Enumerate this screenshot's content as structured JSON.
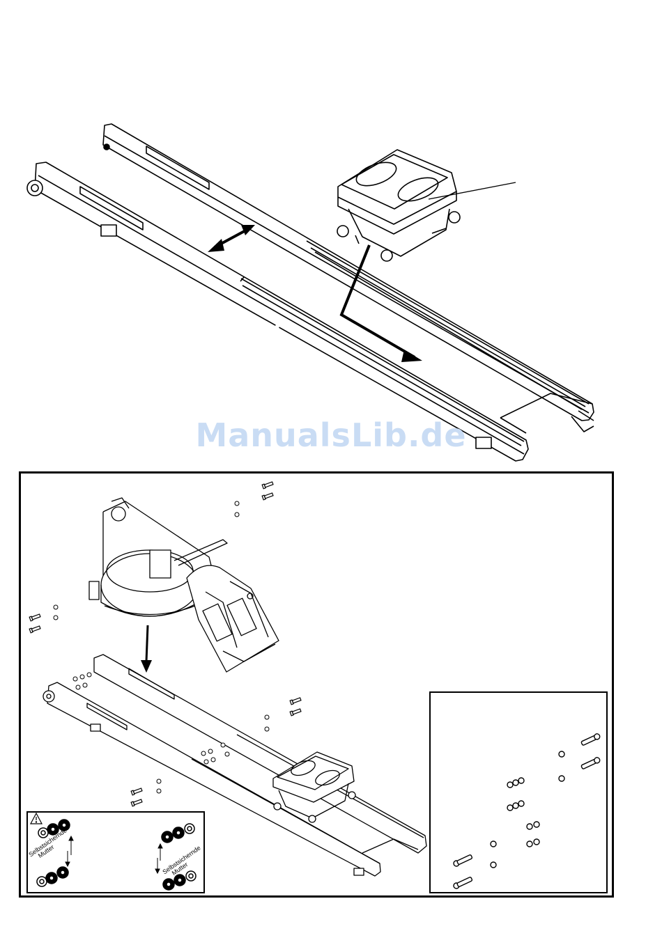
{
  "watermark": {
    "text": "ManualsLib.de",
    "color": "#c9dcf4"
  },
  "figure_top": {
    "parts": [
      "left-rail",
      "right-rail",
      "seat-carriage",
      "slide-track"
    ],
    "arrows": [
      "rails-spread-arrow",
      "seat-insert-arrow"
    ]
  },
  "figure_bottom": {
    "parts": [
      "water-tank-flywheel",
      "footboard",
      "rail-frame",
      "seat-carriage",
      "bolts",
      "washers",
      "nuts"
    ]
  },
  "inset_nut_warning": {
    "warning_icon": "warning-triangle-icon",
    "label_left_line1": "Selbstsichernde",
    "label_left_line2": "Mutter",
    "label_right_line1": "Selbstsichernde",
    "label_right_line2": "Mutter"
  },
  "inset_hardware": {
    "items": [
      "bolt-icon",
      "washer-icon",
      "nut-icon"
    ]
  },
  "colors": {
    "ink": "#000000",
    "paper": "#ffffff",
    "watermark": "#c9dcf4"
  }
}
